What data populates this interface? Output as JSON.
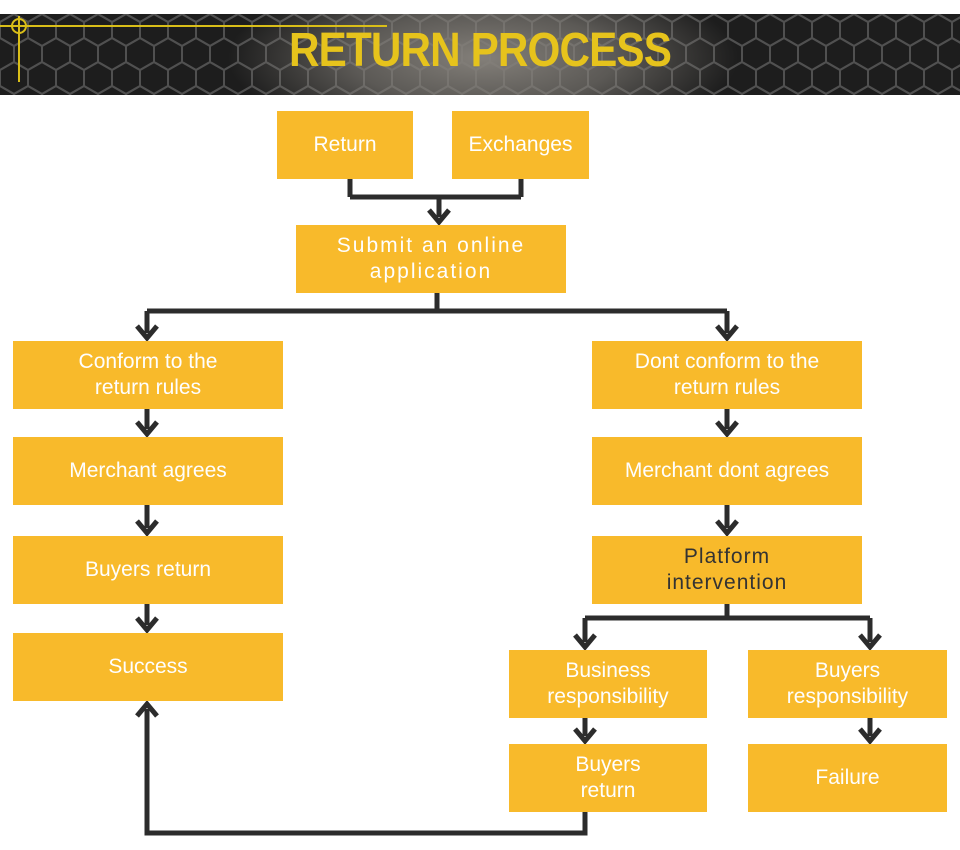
{
  "header": {
    "title": "RETURN PROCESS"
  },
  "colors": {
    "header_background": "#1d1d1d",
    "header_mesh_stroke": "#505050",
    "title_yellow": "#e6c31c",
    "crosshair_yellow": "#d9be18",
    "node_fill": "#f8ba2b",
    "node_text": "#fefefe",
    "platform_node_text": "#333333",
    "connector": "#2c2c2c",
    "page_background": "#ffffff"
  },
  "nodes": {
    "return": {
      "label": "Return"
    },
    "exchanges": {
      "label": "Exchanges"
    },
    "submit": {
      "label": "Submit an online\napplication"
    },
    "conform": {
      "label": "Conform to the\nreturn rules"
    },
    "merchant_agrees": {
      "label": "Merchant agrees"
    },
    "buyers_return": {
      "label": "Buyers return"
    },
    "success": {
      "label": "Success"
    },
    "dont_conform": {
      "label": "Dont conform to the\nreturn rules"
    },
    "merchant_dont_agrees": {
      "label": "Merchant dont agrees"
    },
    "platform": {
      "label": "Platform\nintervention"
    },
    "business_resp": {
      "label": "Business\nresponsibility"
    },
    "buyers_resp": {
      "label": "Buyers\nresponsibility"
    },
    "buyers_return_2": {
      "label": "Buyers\nreturn"
    },
    "failure": {
      "label": "Failure"
    }
  },
  "edges": [
    {
      "from": "return",
      "to": "submit"
    },
    {
      "from": "exchanges",
      "to": "submit"
    },
    {
      "from": "submit",
      "to": "conform"
    },
    {
      "from": "submit",
      "to": "dont_conform"
    },
    {
      "from": "conform",
      "to": "merchant_agrees"
    },
    {
      "from": "merchant_agrees",
      "to": "buyers_return"
    },
    {
      "from": "buyers_return",
      "to": "success"
    },
    {
      "from": "dont_conform",
      "to": "merchant_dont_agrees"
    },
    {
      "from": "merchant_dont_agrees",
      "to": "platform"
    },
    {
      "from": "platform",
      "to": "business_resp"
    },
    {
      "from": "platform",
      "to": "buyers_resp"
    },
    {
      "from": "business_resp",
      "to": "buyers_return_2"
    },
    {
      "from": "buyers_resp",
      "to": "failure"
    },
    {
      "from": "buyers_return_2",
      "to": "success"
    }
  ]
}
